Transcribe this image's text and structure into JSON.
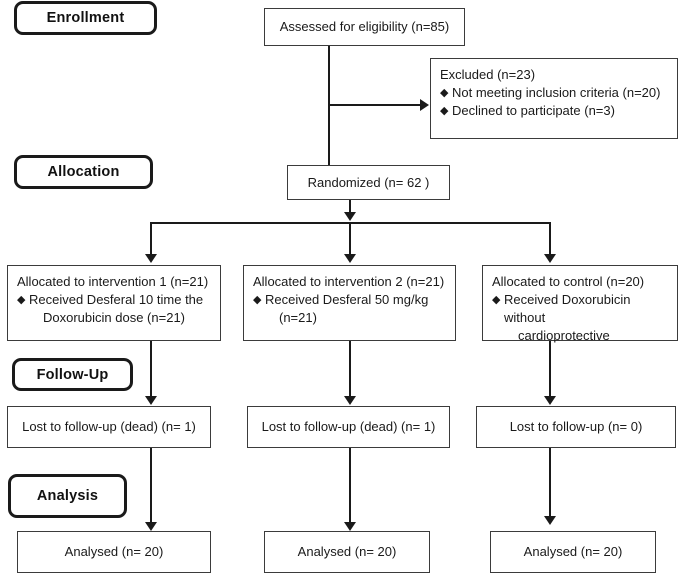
{
  "diagram": {
    "title": "CONSORT participant flow diagram",
    "stages": [
      {
        "id": "enrollment",
        "label": "Enrollment"
      },
      {
        "id": "allocation",
        "label": "Allocation"
      },
      {
        "id": "followup",
        "label": "Follow-Up"
      },
      {
        "id": "analysis",
        "label": "Analysis"
      }
    ],
    "enrollment": {
      "assessed": "Assessed for eligibility (n=85)",
      "excluded": {
        "heading": "Excluded  (n=23)",
        "reasons": [
          "Not meeting inclusion criteria (n=20)",
          "Declined to participate (n=3)"
        ]
      },
      "randomized": "Randomized (n= 62 )"
    },
    "arms": [
      {
        "id": "intervention-1",
        "allocation_heading": "Allocated to intervention 1 (n=21)",
        "allocation_detail_line1": "Received Desferal 10 time the",
        "allocation_detail_line2": "Doxorubicin dose (n=21)",
        "followup": "Lost to follow-up (dead) (n= 1)",
        "analysis": "Analysed (n= 20)"
      },
      {
        "id": "intervention-2",
        "allocation_heading": "Allocated to intervention 2 (n=21)",
        "allocation_detail_line1": "Received Desferal 50 mg/kg",
        "allocation_detail_line2": "(n=21)",
        "followup": "Lost to follow-up (dead) (n= 1)",
        "analysis": "Analysed (n= 20)"
      },
      {
        "id": "control",
        "allocation_heading": "Allocated to control (n=20)",
        "allocation_detail_line1": "Received Doxorubicin without",
        "allocation_detail_line2": "cardioprotective",
        "followup": "Lost to follow-up (n= 0)",
        "analysis": "Analysed (n= 20)"
      }
    ],
    "glyphs": {
      "bullet": "♦",
      "arrow_down": "arrow-down-icon",
      "arrow_right": "arrow-right-icon"
    },
    "colors": {
      "line": "#1a1a1a",
      "box_border": "#3b3b3b",
      "text": "#1a1a1a",
      "background": "#ffffff"
    }
  }
}
